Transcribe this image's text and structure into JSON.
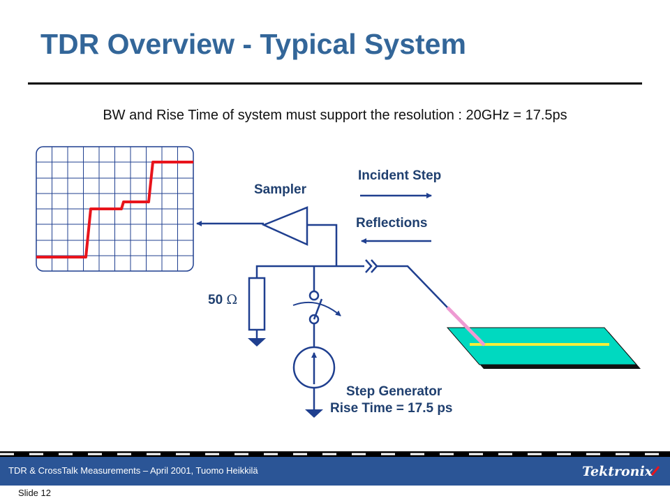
{
  "slide": {
    "title": "TDR Overview - Typical System",
    "subtitle": "BW and Rise Time of system must support the resolution : 20GHz = 17.5ps"
  },
  "diagram": {
    "incident_label": "Incident Step",
    "reflections_label": "Reflections",
    "sampler_label": "Sampler",
    "resistor_value": "50",
    "resistor_unit": "Ω",
    "generator_label": "Step Generator",
    "rise_time_label": "Rise Time = 17.5 ps"
  },
  "footer": {
    "caption": "TDR & CrossTalk Measurements – April 2001, Tuomo Heikkilä",
    "logo": "Tektronix",
    "slide_number": "Slide 12"
  },
  "colors": {
    "title": "#336699",
    "wire": "#1f3f8f",
    "trace": "#e8141c",
    "board": "#00d9c0",
    "footer": "#2b5596"
  }
}
